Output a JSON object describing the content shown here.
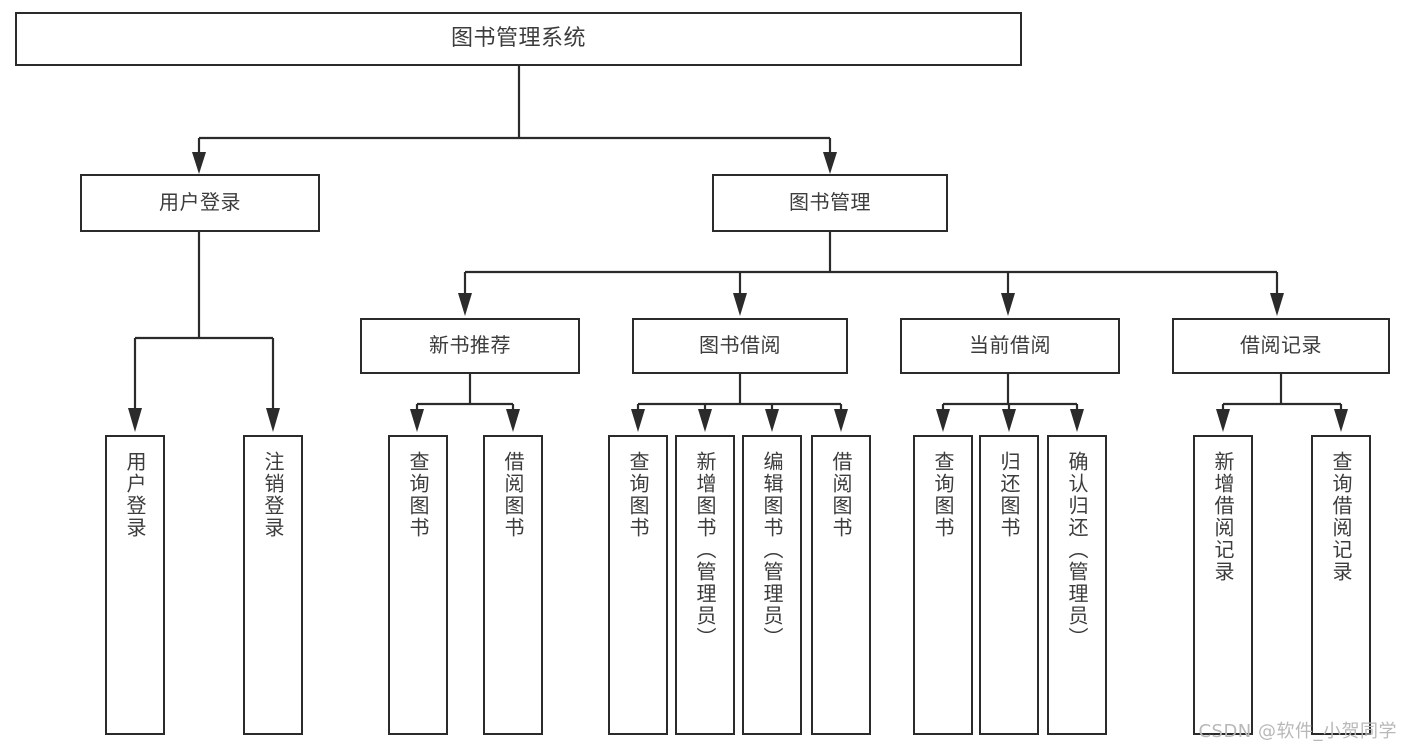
{
  "diagram": {
    "type": "tree",
    "title": "图书管理系统",
    "orientation": "top-down",
    "colors": {
      "box_border": "#2b2b2b",
      "box_fill": "#ffffff",
      "text": "#3c3c3c",
      "connector": "#2b2b2b",
      "watermark": "#b8b8b8",
      "background": "#ffffff"
    },
    "root": {
      "label": "图书管理系统"
    },
    "level2": [
      {
        "label": "用户登录"
      },
      {
        "label": "图书管理"
      }
    ],
    "level3": [
      {
        "label": "新书推荐"
      },
      {
        "label": "图书借阅"
      },
      {
        "label": "当前借阅"
      },
      {
        "label": "借阅记录"
      }
    ],
    "leaves": {
      "user_login": [
        {
          "label": "用户登录"
        },
        {
          "label": "注销登录"
        }
      ],
      "new_book_recommend": [
        {
          "label": "查询图书"
        },
        {
          "label": "借阅图书"
        }
      ],
      "book_borrow": [
        {
          "label": "查询图书"
        },
        {
          "label": "新增图书（管理员）"
        },
        {
          "label": "编辑图书（管理员）"
        },
        {
          "label": "借阅图书"
        }
      ],
      "current_borrow": [
        {
          "label": "查询图书"
        },
        {
          "label": "归还图书"
        },
        {
          "label": "确认归还（管理员）"
        }
      ],
      "borrow_record": [
        {
          "label": "新增借阅记录"
        },
        {
          "label": "查询借阅记录"
        }
      ]
    }
  },
  "watermark": {
    "text": "CSDN @软件_小贺同学"
  }
}
